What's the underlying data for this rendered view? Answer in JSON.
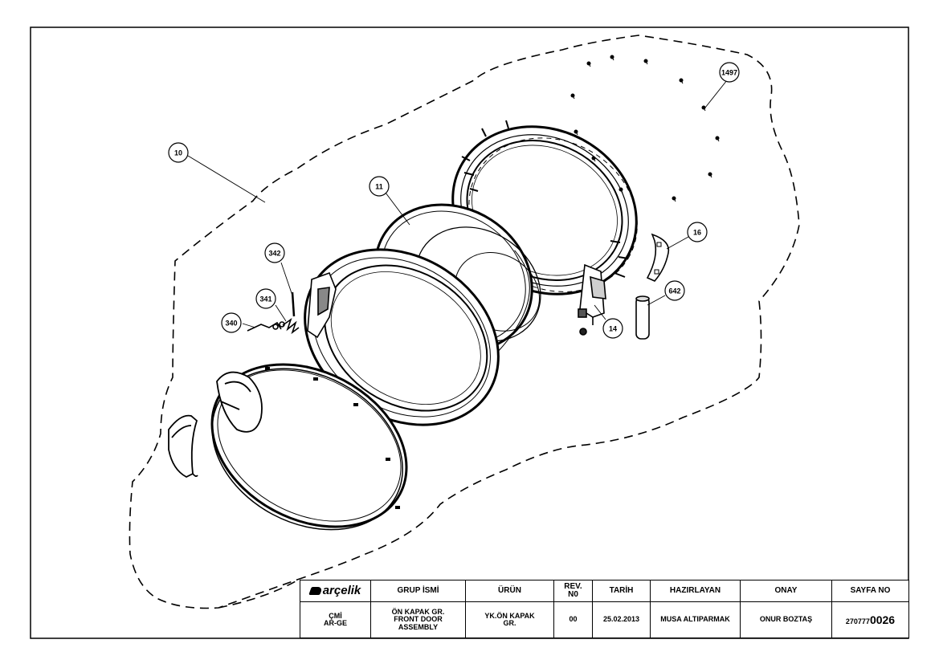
{
  "callouts": [
    {
      "id": "callout-10",
      "label": "10"
    },
    {
      "id": "callout-11",
      "label": "11"
    },
    {
      "id": "callout-1497",
      "label": "1497"
    },
    {
      "id": "callout-16",
      "label": "16"
    },
    {
      "id": "callout-642",
      "label": "642"
    },
    {
      "id": "callout-14",
      "label": "14"
    },
    {
      "id": "callout-342",
      "label": "342"
    },
    {
      "id": "callout-341",
      "label": "341"
    },
    {
      "id": "callout-340",
      "label": "340"
    }
  ],
  "title_block": {
    "logo": "arçelik",
    "headers": {
      "group_name": "GRUP İSMİ",
      "product": "ÜRÜN",
      "rev_no_line1": "REV.",
      "rev_no_line2": "N0",
      "date": "TARİH",
      "prepared_by": "HAZIRLAYAN",
      "approval": "ONAY",
      "page_no": "SAYFA NO"
    },
    "values": {
      "cmi_line1": "ÇMİ",
      "cmi_line2": "AR-GE",
      "group_name_line1": "ÖN KAPAK GR.",
      "group_name_line2": "FRONT DOOR",
      "group_name_line3": "ASSEMBLY",
      "product_line1": "YK.ÖN KAPAK",
      "product_line2": "GR.",
      "rev_no": "00",
      "date": "25.02.2013",
      "prepared_by": "MUSA ALTIPARMAK",
      "approval": "ONUR BOZTAŞ",
      "page_no_prefix": "270777",
      "page_no_suffix": "0026"
    }
  }
}
